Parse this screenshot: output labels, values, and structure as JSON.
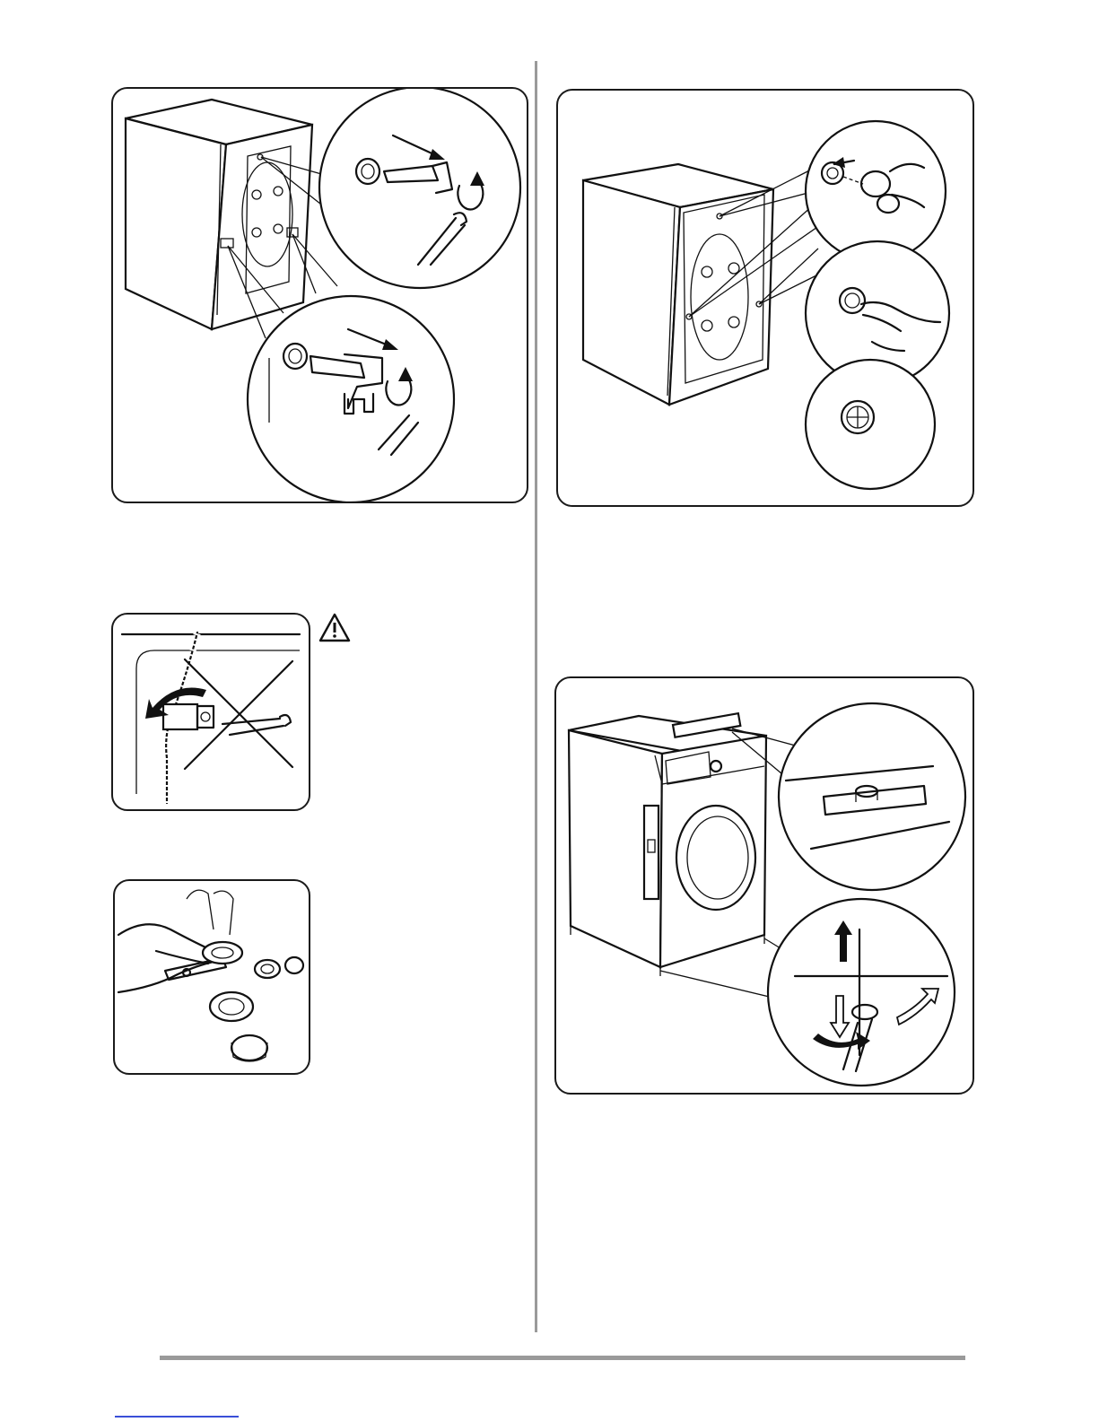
{
  "page": {
    "background": "#ffffff",
    "divider_color": "#9a9a9a",
    "link_color": "#3a4fd8"
  },
  "figures": [
    {
      "id": "remove-transit-bolts",
      "icon": "transit-bolt-removal-illustration"
    },
    {
      "id": "insert-plastic-caps",
      "icon": "plastic-cap-insertion-illustration"
    },
    {
      "id": "do-not-remove-hose-support",
      "icon": "hose-support-warning-illustration"
    },
    {
      "id": "cut-caps-with-pliers",
      "icon": "cap-cutting-illustration"
    },
    {
      "id": "level-appliance",
      "icon": "levelling-feet-illustration"
    }
  ],
  "warning": {
    "icon": "warning-triangle-icon"
  }
}
